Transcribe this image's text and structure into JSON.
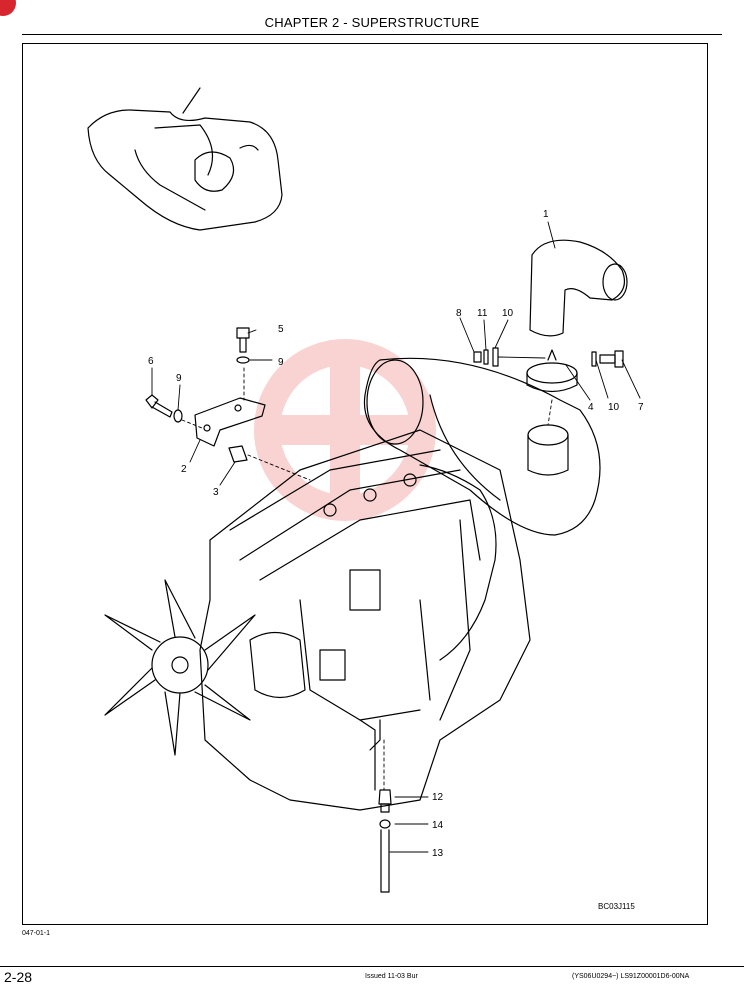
{
  "header": {
    "chapter_title": "CHAPTER 2 - SUPERSTRUCTURE"
  },
  "figure": {
    "code": "BC03J115",
    "callouts": {
      "c1": "1",
      "c2": "2",
      "c3": "3",
      "c4": "4",
      "c5": "5",
      "c6": "6",
      "c7": "7",
      "c8": "8",
      "c9a": "9",
      "c9b": "9",
      "c10a": "10",
      "c10b": "10",
      "c11": "11",
      "c12": "12",
      "c13": "13",
      "c14": "14"
    },
    "watermark_color": "#e53935",
    "line_color": "#000000"
  },
  "footer": {
    "figure_ref": "047-01-1",
    "page_number": "2-28",
    "issued": "Issued 11-03   Bur",
    "doc_code": "(YS06U0294~)   LS91Z00001D6-00NA"
  }
}
